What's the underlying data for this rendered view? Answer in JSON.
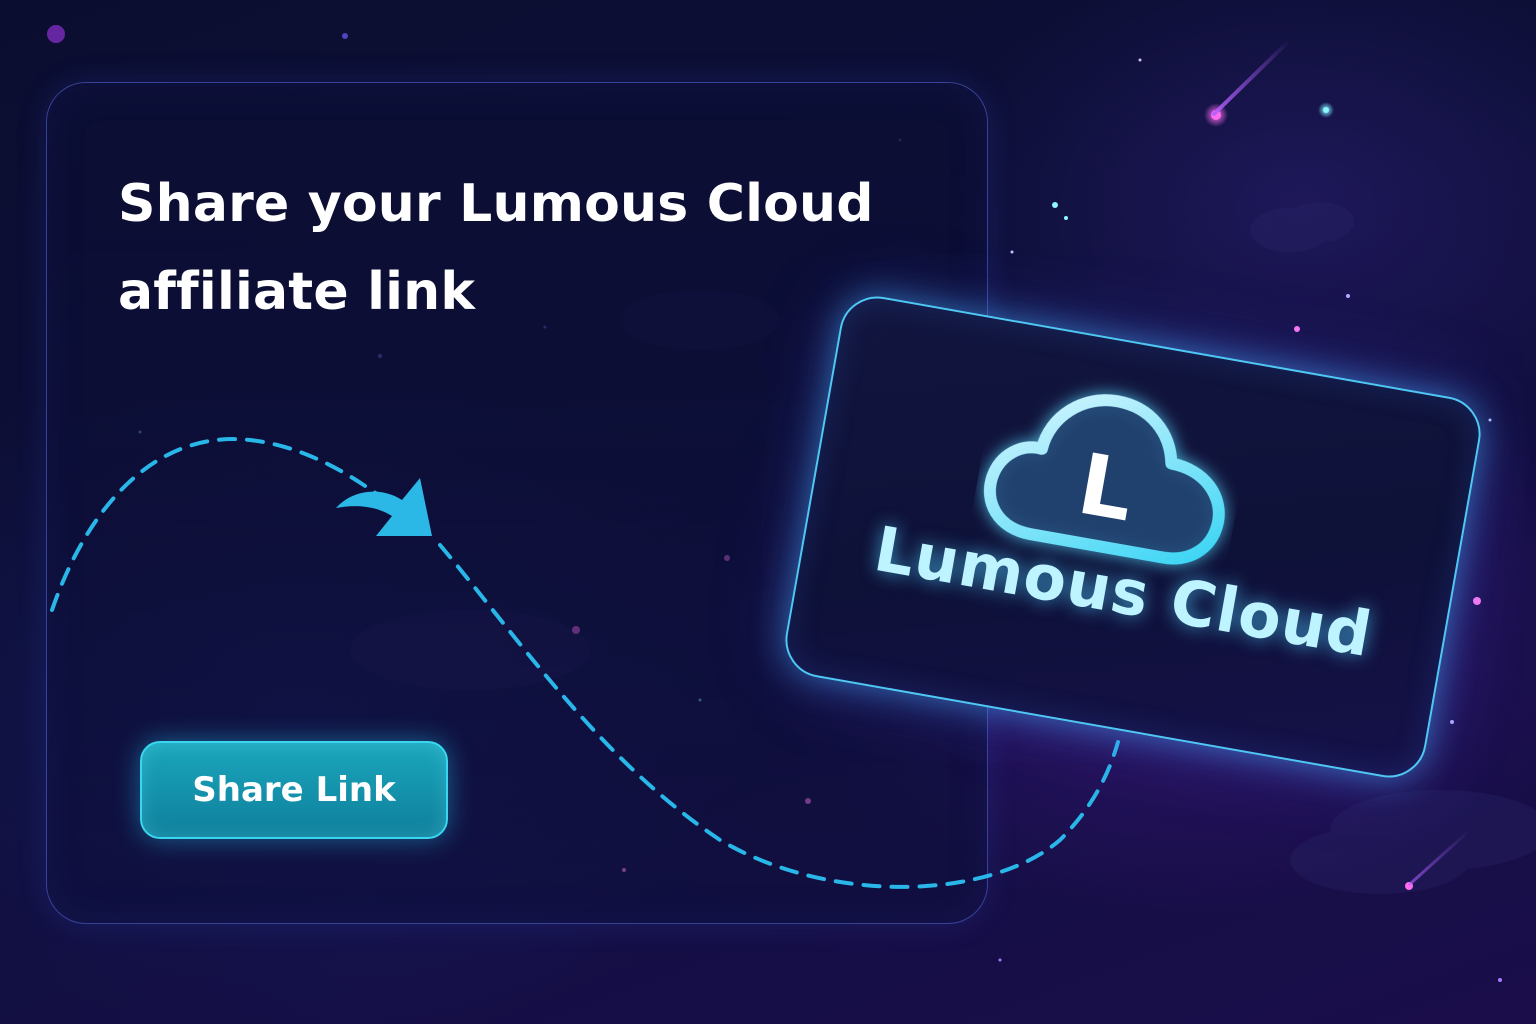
{
  "headline": {
    "line1": "Share your Lumous Cloud",
    "line2": "affiliate link"
  },
  "share_button": {
    "label": "Share Link"
  },
  "logo_card": {
    "logo_letter": "L",
    "brand_name": "Lumous Cloud",
    "logo_icon": "cloud-icon"
  },
  "decorations": {
    "path_icon": "dashed-curve-arrow-icon",
    "background": "starfield"
  },
  "colors": {
    "accent_cyan": "#3ad6f0",
    "button_fill": "#1596b2",
    "card_border": "#4fc8f5",
    "background": "#0b0d30",
    "headline_text": "#ffffff"
  }
}
